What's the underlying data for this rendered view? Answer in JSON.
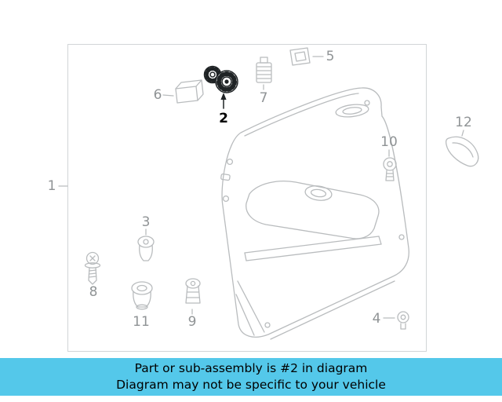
{
  "page": {
    "background": "#ffffff"
  },
  "banner": {
    "line1": "Part or sub-assembly is #2 in diagram",
    "line2": "Diagram may not be specific to your vehicle"
  },
  "diagram": {
    "highlighted_part": "2",
    "callouts": [
      {
        "label": "1"
      },
      {
        "label": "2",
        "highlighted": true
      },
      {
        "label": "3"
      },
      {
        "label": "4"
      },
      {
        "label": "5"
      },
      {
        "label": "6"
      },
      {
        "label": "7"
      },
      {
        "label": "8"
      },
      {
        "label": "9"
      },
      {
        "label": "10"
      },
      {
        "label": "11"
      },
      {
        "label": "12"
      }
    ]
  },
  "colors": {
    "banner_bg": "#54c8ea",
    "line_art": "#b9bcbe",
    "label_text": "#8f9395",
    "highlight": "#1f2325",
    "frame_border": "#d2d5d7"
  }
}
